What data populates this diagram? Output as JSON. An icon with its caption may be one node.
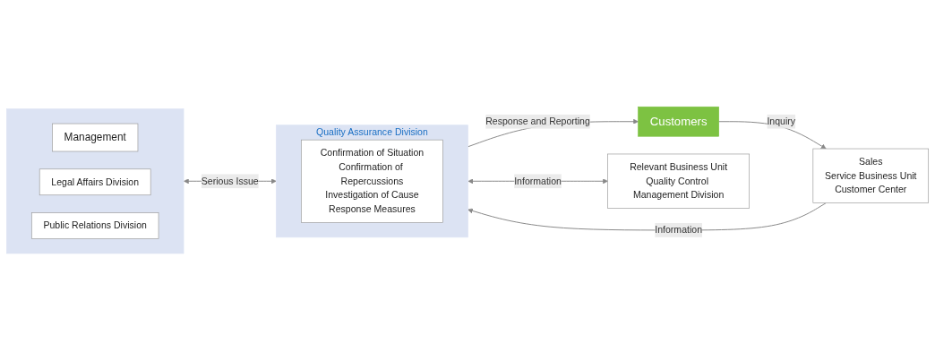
{
  "diagram": {
    "nodes": [
      {
        "text": [
          "Customers"
        ]
      },
      {
        "text": [
          "Sales",
          "Service Business Unit",
          "Customer Center"
        ]
      },
      {
        "text": [],
        "shape": "box"
      },
      {
        "text": [
          "Management"
        ],
        "in": 2
      },
      {
        "text": [
          "Legal Affairs Division"
        ],
        "in": 2
      },
      {
        "text": [
          "Public Relations Division"
        ],
        "in": 2
      },
      {
        "text": [
          "Quality Assurance Division"
        ]
      },
      {
        "text": [
          "Confirmation of Situation",
          "Confirmation of Repercussions",
          "Investigation of Cause",
          "Response Measures"
        ],
        "in": 6
      },
      {
        "text": [
          "Relevant Business Unit",
          "Quality Control Management Division"
        ]
      }
    ],
    "edges": [
      {
        "from": 0,
        "to": 1,
        "arrow": "to",
        "label": "Inquiry"
      },
      {
        "from": 1,
        "to": 6,
        "arrow": "to",
        "label": "Information"
      },
      {
        "from": 2,
        "to": 6,
        "arrow": "both",
        "label": "Serious Issue"
      },
      {
        "from": 6,
        "to": 8,
        "arrow": "both",
        "label": "Information"
      },
      {
        "from": 6,
        "to": 0,
        "arrow": "to",
        "label": "Response and Reporting"
      }
    ]
  }
}
